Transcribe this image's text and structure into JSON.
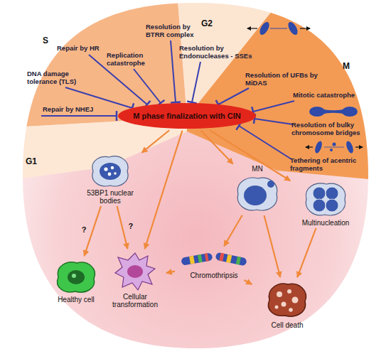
{
  "diagram": {
    "nodes": [
      {
        "text": [
          "M phase finalization with CIN"
        ]
      },
      {
        "text": [
          "53BP1 nuclear bodies"
        ]
      },
      {
        "text": [
          "Healthy cell"
        ]
      },
      {
        "text": [
          "Cellular transformation"
        ]
      },
      {
        "text": [
          "Chromothripsis"
        ]
      },
      {
        "text": [
          "MN"
        ]
      },
      {
        "text": [
          "Multinucleation"
        ]
      },
      {
        "text": [
          "Cell death"
        ]
      }
    ],
    "edges": [
      {
        "from": 0,
        "to": 1,
        "arrow": "to"
      },
      {
        "from": 0,
        "to": 3,
        "arrow": "to"
      },
      {
        "from": 0,
        "to": 5,
        "arrow": "to"
      },
      {
        "from": 0,
        "to": 6,
        "arrow": "to"
      },
      {
        "from": 1,
        "to": 2,
        "label": "?",
        "arrow": "to"
      },
      {
        "from": 1,
        "to": 3,
        "label": "?",
        "arrow": "to"
      },
      {
        "from": 5,
        "to": 4,
        "arrow": "to"
      },
      {
        "from": 4,
        "to": 3,
        "arrow": "to"
      },
      {
        "from": 4,
        "to": 7,
        "arrow": "to"
      },
      {
        "from": 5,
        "to": 7,
        "arrow": "to"
      },
      {
        "from": 6,
        "to": 7,
        "arrow": "to"
      }
    ],
    "labels": [
      "S",
      "G2",
      "G1",
      "M",
      "Repair by NHEJ",
      "DNA damage tolerance (TLS)",
      "Repair by HR",
      "Replication catastrophe",
      "Resolution by BTRR complex",
      "Resolution by Endonucleases - SSEs",
      "Resolution of UFBs by MiDAS",
      "Mitotic catastrophe",
      "Resolution of bulky chromosome bridges",
      "Tethering of acentric fragments"
    ]
  }
}
